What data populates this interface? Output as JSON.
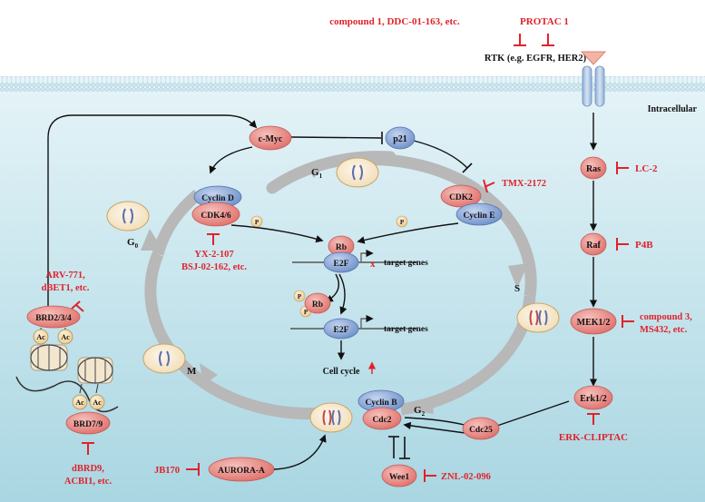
{
  "colors": {
    "inhibitor_red": "#e0222a",
    "cell_bg_top": "#e6f4f8",
    "cell_bg_bottom": "#aed9e4",
    "protein_pink": "#e9837f",
    "cyclin_blue": "#7f9fd2",
    "cycle_ring_gray": "#b5b5b5"
  },
  "membrane": {
    "compound_label": "compound 1, DDC-01-163, etc.",
    "protac_label": "PROTAC 1",
    "rtk_label": "RTK (e.g. EGFR, HER2)",
    "intracellular_label": "Intracellular"
  },
  "cycle": {
    "phases": {
      "g1": "G",
      "g1_sub": "1",
      "s": "S",
      "g2": "G",
      "g2_sub": "2",
      "m": "M",
      "g0": "G",
      "g0_sub": "0"
    },
    "cmyc": "c-Myc",
    "p21": "p21",
    "cyclin_d": "Cyclin D",
    "cdk46": "CDK4/6",
    "cdk46_inhibitors": [
      "YX-2-107",
      "BSJ-02-162, etc."
    ],
    "cdk2": "CDK2",
    "cyclin_e": "Cyclin E",
    "cdk2_inhibitor": "TMX-2172",
    "phospho": "P",
    "rb": "Rb",
    "e2f": "E2F",
    "blocked_mark": "x",
    "target_genes": "target genes",
    "cell_cycle": "Cell cycle",
    "cyclin_b": "Cyclin B",
    "cdc2": "Cdc2",
    "cdc25": "Cdc25",
    "wee1": "Wee1",
    "wee1_inhibitor": "ZNL-02-096",
    "aurora": "AURORA-A",
    "aurora_inhibitor": "JB170"
  },
  "mapk": {
    "ras": "Ras",
    "ras_inhibitor": "LC-2",
    "raf": "Raf",
    "raf_inhibitor": "P4B",
    "mek": "MEK1/2",
    "mek_inhibitors": [
      "compound 3,",
      "MS432, etc."
    ],
    "erk": "Erk1/2",
    "erk_inhibitor": "ERK-CLIPTAC"
  },
  "bromo": {
    "brd234": "BRD2/3/4",
    "brd234_inhibitors": [
      "ARV-771,",
      "dBET1, etc."
    ],
    "ac": "Ac",
    "brd79": "BRD7/9",
    "brd79_inhibitors": [
      "dBRD9,",
      "ACBI1, etc."
    ]
  }
}
